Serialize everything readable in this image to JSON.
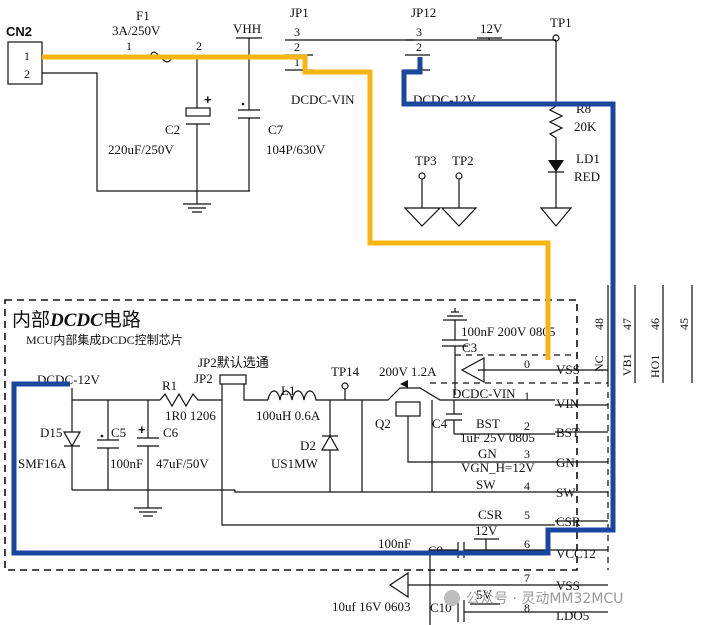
{
  "connector": {
    "ref": "CN2",
    "pin1": "1",
    "pin2": "2"
  },
  "fuse": {
    "ref": "F1",
    "value": "3A/250V",
    "pin1": "1",
    "pin2": "2"
  },
  "net_vhh": "VHH",
  "jumper_jp1": {
    "ref": "JP1",
    "pins": [
      "3",
      "2",
      "1"
    ]
  },
  "jumper_jp12": {
    "ref": "JP12",
    "pins": [
      "3",
      "2",
      "1"
    ]
  },
  "net_12v_top": "12V",
  "tp1": "TP1",
  "c2": {
    "ref": "C2",
    "value": "220uF/250V"
  },
  "c7": {
    "ref": "C7",
    "value": "104P/630V"
  },
  "dcdc_vin_label": "DCDC-VIN",
  "dcdc_12v_label": "DCDC-12V",
  "r8": {
    "ref": "R8",
    "value": "20K"
  },
  "ld1": {
    "ref": "LD1",
    "value": "RED"
  },
  "tp3": "TP3",
  "tp2": "TP2",
  "block_title_cn": "内部",
  "block_title_bold": "DCDC",
  "block_title_cn2": "电路",
  "block_subtitle": "MCU内部集成DCDC控制芯片",
  "c3": {
    "ref": "C3",
    "value": "100nF 200V 0805"
  },
  "pin_numbers_top": [
    "48",
    "47",
    "46",
    "45"
  ],
  "pin_names_top": [
    "NC",
    "VB1",
    "HO1"
  ],
  "jp2_note": "JP2默认选通",
  "jp2_ref": "JP2",
  "tp14": "TP14",
  "q_rating": "200V 1.2A",
  "net_dcdc12v_inner": "DCDC-12V",
  "r1": {
    "ref": "R1",
    "value": "1R0 1206"
  },
  "l1": {
    "ref": "L1",
    "value": "100uH 0.6A"
  },
  "d2": {
    "ref": "D2",
    "value": "US1MW"
  },
  "d15": {
    "ref": "D15",
    "value": "SMF16A"
  },
  "c5": {
    "ref": "C5",
    "value": "100nF"
  },
  "c6": {
    "ref": "C6",
    "value": "47uF/50V"
  },
  "q2": "Q2",
  "c4": {
    "ref": "C4",
    "value": "1uF 25V 0805"
  },
  "net_bst": "BST",
  "net_gn": "GN",
  "vgn_label": "VGN_H=12V",
  "net_sw": "SW",
  "net_csr": "CSR",
  "net_12v_inner": "12V",
  "net_dcdc_vin_inner": "DCDC-VIN",
  "c9": {
    "ref": "C9",
    "value": "100nF"
  },
  "c10": {
    "ref": "C10",
    "value": "10uf 16V 0603"
  },
  "net_5v": "5V",
  "mcu_pins": [
    {
      "num": "0",
      "name": "VSS"
    },
    {
      "num": "1",
      "name": "VIN"
    },
    {
      "num": "2",
      "name": "BST"
    },
    {
      "num": "3",
      "name": "GN"
    },
    {
      "num": "4",
      "name": "SW"
    },
    {
      "num": "5",
      "name": "CSR"
    },
    {
      "num": "6",
      "name": "VCC12"
    },
    {
      "num": "7",
      "name": "VSS"
    },
    {
      "num": "8",
      "name": "LDO5"
    }
  ],
  "watermark": "公众号 · 灵动MM32MCU",
  "colors": {
    "vin_path": "#f7b512",
    "out_path": "#1a46a0"
  }
}
